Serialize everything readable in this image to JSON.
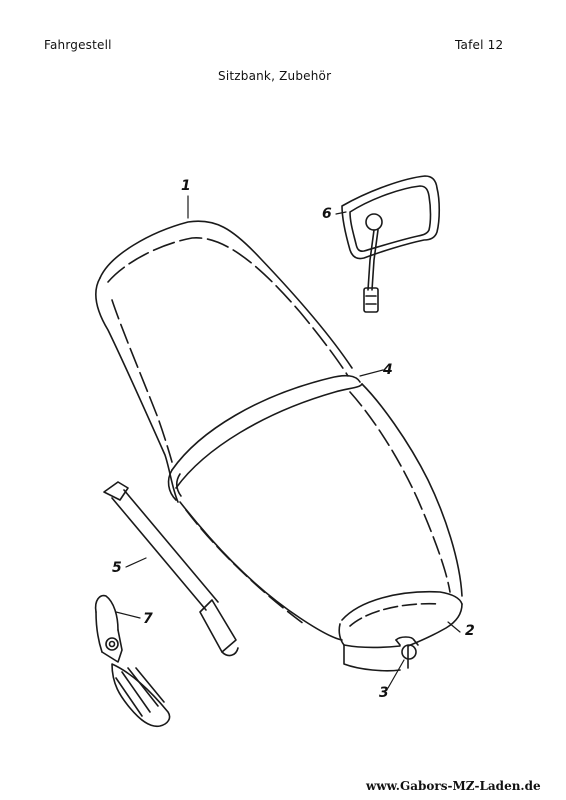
{
  "header": {
    "section": "Fahrgestell",
    "plate": "Tafel 12",
    "title": "Sitzbank, Zubehör"
  },
  "callouts": {
    "seat": "1",
    "seat_rear_cover": "2",
    "knob": "3",
    "grab_strap": "4",
    "rod": "5",
    "mirror": "6",
    "hand_grip": "7"
  },
  "footer": {
    "url": "www.Gabors-MZ-Laden.de"
  }
}
